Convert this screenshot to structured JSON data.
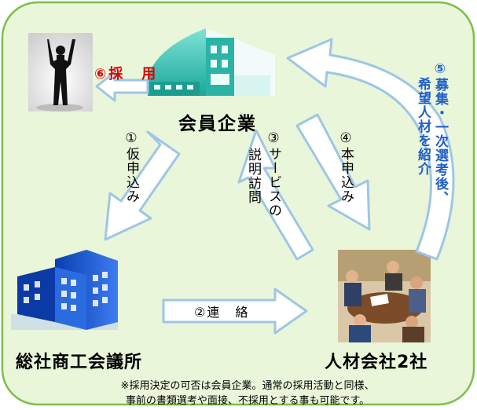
{
  "nodes": {
    "member_company": "会員企業",
    "chamber": "総社商工会議所",
    "staffing": "人材会社2社"
  },
  "steps": {
    "step1": "①仮申込み",
    "step2": "②連　絡",
    "step3_line1": "③サービスの",
    "step3_line2": "説明訪問",
    "step4": "④本申込み",
    "step5_line1": "⑤募集・一次選考後、",
    "step5_line2": "希望人材を紹介",
    "step6": "⑥採　用"
  },
  "note": {
    "line1": "※採用決定の可否は会員企業。通常の採用活動と同様、",
    "line2": "事前の書類選考や面接、不採用とする事も可能です。"
  },
  "colors": {
    "panel_fill": "#e9f6d9",
    "panel_border": "#7dbe4c",
    "arrow_fill": "#ffffff",
    "arrow_stroke": "#9ec6e6",
    "hire_text": "#e00000",
    "recruit_text": "#1f5fc9"
  }
}
